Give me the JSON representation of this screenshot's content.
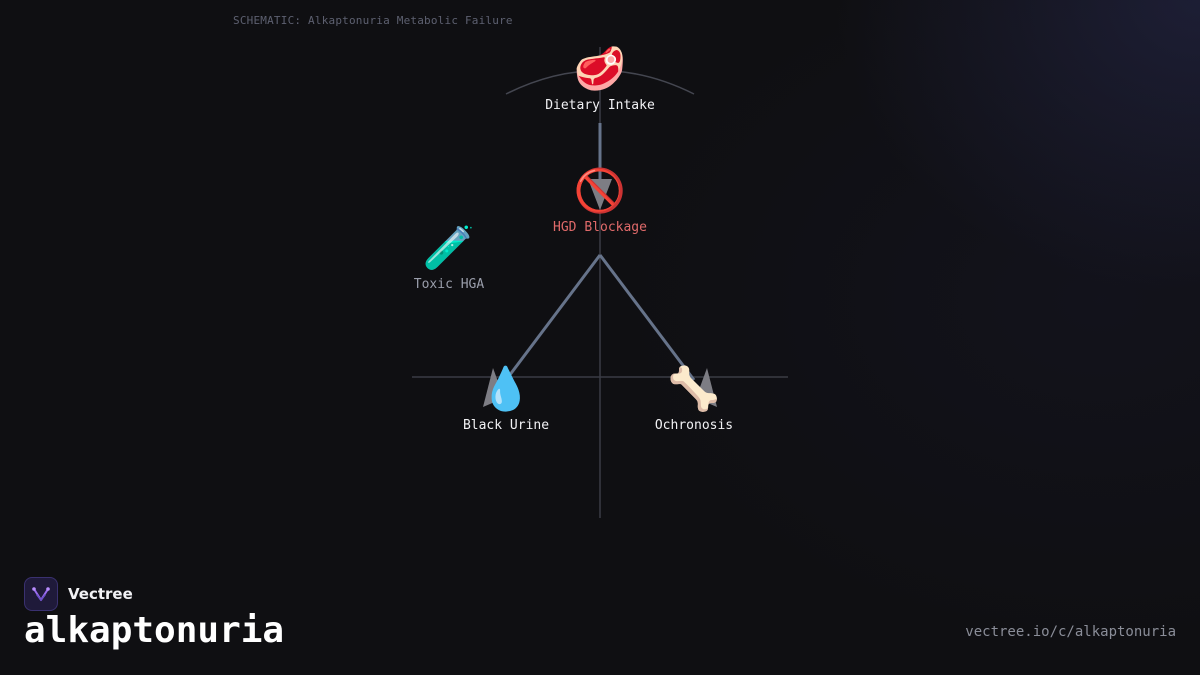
{
  "header": {
    "schematic": "SCHEMATIC: Alkaptonuria Metabolic Failure"
  },
  "nodes": {
    "dietary": {
      "emoji": "🥩",
      "label": "Dietary Intake",
      "icon": "steak-icon"
    },
    "hgd": {
      "emoji": "🚫",
      "label": "HGD Blockage",
      "icon": "prohibited-icon"
    },
    "toxic": {
      "emoji": "🧪",
      "label": "Toxic HGA",
      "icon": "test-tube-icon"
    },
    "urine": {
      "emoji": "💧",
      "label": "Black Urine",
      "icon": "droplet-icon"
    },
    "ochronosis": {
      "emoji": "🦴",
      "label": "Ochronosis",
      "icon": "bone-icon"
    }
  },
  "colors": {
    "accent_red": "#e06a6a",
    "line": "#66738a",
    "background": "#0f0f12"
  },
  "footer": {
    "brand": "Vectree",
    "title": "alkaptonuria",
    "url": "vectree.io/c/alkaptonuria"
  }
}
